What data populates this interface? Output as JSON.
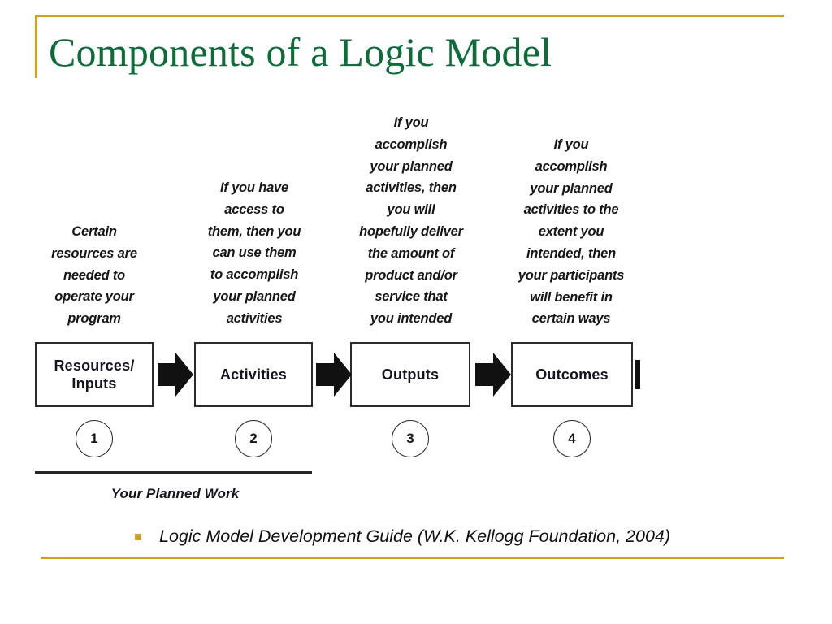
{
  "slide": {
    "title": "Components of a Logic Model",
    "accent_gold": "#c9a227",
    "title_green": "#0e6b3a"
  },
  "diagram": {
    "captions": [
      {
        "id": "caption-resources",
        "lines": [
          [
            {
              "t": "Certain",
              "b": false
            }
          ],
          [
            {
              "t": "resources are",
              "b": false
            }
          ],
          [
            {
              "t": "needed to",
              "b": false
            }
          ],
          [
            {
              "t": "operate your",
              "b": false
            }
          ],
          [
            {
              "t": "program",
              "b": false
            }
          ]
        ],
        "plain": "Certain resources are needed to operate your program"
      },
      {
        "id": "caption-activities",
        "lines": [
          [
            {
              "t": "If",
              "b": true
            },
            {
              "t": " you have",
              "b": false
            }
          ],
          [
            {
              "t": "access to",
              "b": false
            }
          ],
          [
            {
              "t": "them, ",
              "b": false
            },
            {
              "t": "then",
              "b": true
            },
            {
              "t": " you",
              "b": false
            }
          ],
          [
            {
              "t": "can use them",
              "b": false
            }
          ],
          [
            {
              "t": "to accomplish",
              "b": false
            }
          ],
          [
            {
              "t": "your planned",
              "b": false
            }
          ],
          [
            {
              "t": "activities",
              "b": false
            }
          ]
        ],
        "plain": "If you have access to them, then you can use them to accomplish your planned activities"
      },
      {
        "id": "caption-outputs",
        "lines": [
          [
            {
              "t": "If",
              "b": true
            },
            {
              "t": " you",
              "b": false
            }
          ],
          [
            {
              "t": "accomplish",
              "b": false
            }
          ],
          [
            {
              "t": "your planned",
              "b": false
            }
          ],
          [
            {
              "t": "activities, ",
              "b": false
            },
            {
              "t": "then",
              "b": true
            }
          ],
          [
            {
              "t": "you will",
              "b": false
            }
          ],
          [
            {
              "t": "hopefully deliver",
              "b": false
            }
          ],
          [
            {
              "t": "the amount of",
              "b": false
            }
          ],
          [
            {
              "t": "product and/or",
              "b": false
            }
          ],
          [
            {
              "t": "service that",
              "b": false
            }
          ],
          [
            {
              "t": "you intended",
              "b": false
            }
          ]
        ],
        "plain": "If you accomplish your planned activities, then you will hopefully deliver the amount of product and/or service that you intended"
      },
      {
        "id": "caption-outcomes",
        "lines": [
          [
            {
              "t": "If",
              "b": true
            },
            {
              "t": " you",
              "b": false
            }
          ],
          [
            {
              "t": "accomplish",
              "b": false
            }
          ],
          [
            {
              "t": "your planned",
              "b": false
            }
          ],
          [
            {
              "t": "activities to the",
              "b": false
            }
          ],
          [
            {
              "t": "extent you",
              "b": false
            }
          ],
          [
            {
              "t": "intended, ",
              "b": false
            },
            {
              "t": "then",
              "b": true
            }
          ],
          [
            {
              "t": "your participants",
              "b": false
            }
          ],
          [
            {
              "t": "will benefit in",
              "b": false
            }
          ],
          [
            {
              "t": "certain ways",
              "b": false
            }
          ]
        ],
        "plain": "If you accomplish your planned activities to the extent you intended, then your participants will benefit in certain ways"
      }
    ],
    "stages": [
      {
        "id": "stage-resources",
        "label_line1": "Resources/",
        "label_line2": "Inputs",
        "number": "1"
      },
      {
        "id": "stage-activities",
        "label_line1": "Activities",
        "label_line2": "",
        "number": "2"
      },
      {
        "id": "stage-outputs",
        "label_line1": "Outputs",
        "label_line2": "",
        "number": "3"
      },
      {
        "id": "stage-outcomes",
        "label_line1": "Outcomes",
        "label_line2": "",
        "number": "4"
      }
    ],
    "planned_work_label": "Your Planned Work"
  },
  "footnote": {
    "bullet": "square-bullet",
    "text": "Logic Model Development Guide (W.K. Kellogg Foundation, 2004)"
  }
}
